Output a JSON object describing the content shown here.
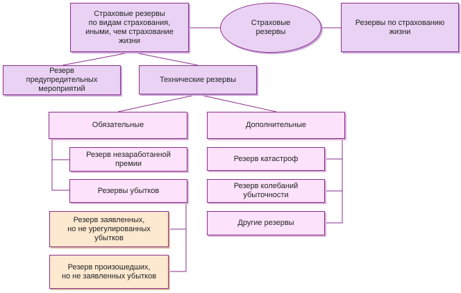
{
  "nodes": {
    "reserves_non_life": "Страховые резервы\nпо видам страхования,\nиными, чем страхование\nжизни",
    "insurance_reserves": "Страховые\nрезервы",
    "life_reserves": "Резервы по страхованию\nжизни",
    "preventive_reserve": "Резерв\nпредупредительных\nмероприятий",
    "technical_reserves": "Технические резервы",
    "mandatory": "Обязательные",
    "additional": "Дополнительные",
    "unearned_premium": "Резерв незаработанной\nпремии",
    "loss_reserves": "Резервы убытков",
    "reported_unsettled": "Резерв заявленных,\nно не урегулированных\nубытков",
    "incurred_not_reported": "Резерв произошедших,\nно не заявленных убытков",
    "catastrophe_reserve": "Резерв катастроф",
    "loss_fluctuation": "Резерв колебаний\nубыточности",
    "other_reserves": "Другие резервы"
  },
  "colors": {
    "line": "#8a2b8a",
    "lilac": "#e9d2f3",
    "pink": "#fce2fa",
    "cream": "#fde8d0"
  }
}
